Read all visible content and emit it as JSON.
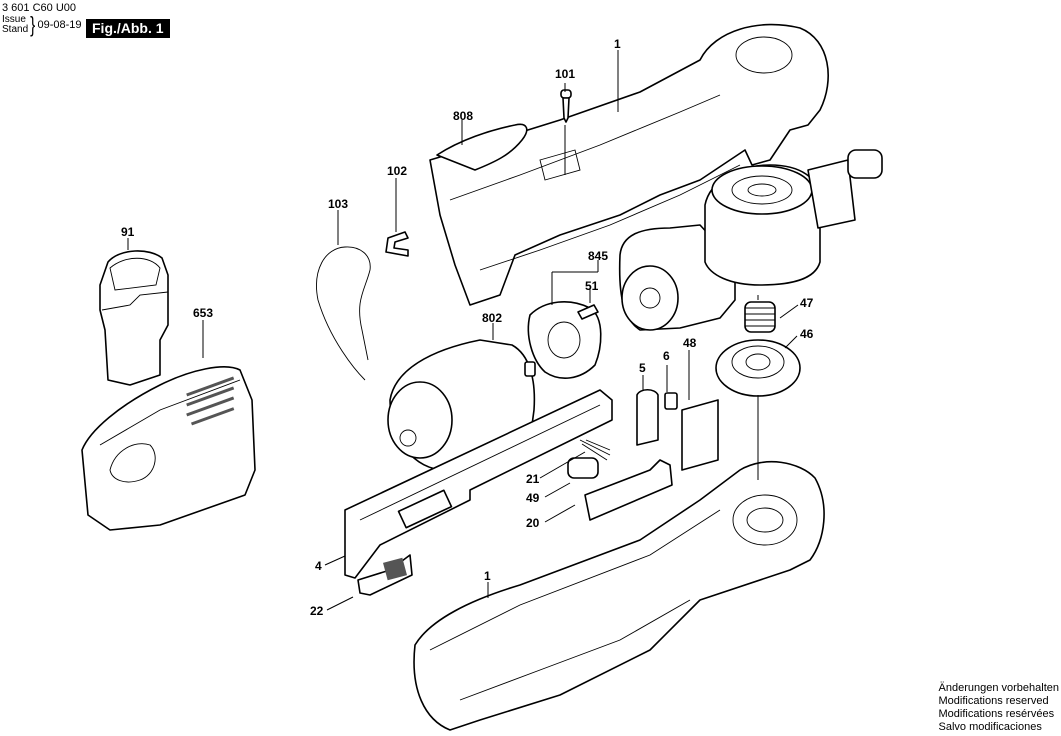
{
  "header": {
    "doc_number": "3 601 C60 U00",
    "issue_label": "Issue",
    "stand_label": "Stand",
    "issue_date": "09-08-19",
    "figure_label": "Fig./Abb. 1"
  },
  "footer": {
    "lines": [
      "Änderungen vorbehalten",
      "Modifications reserved",
      "Modifications resérvées",
      "Salvo modificaciones"
    ]
  },
  "callouts": [
    {
      "id": "1",
      "part": "upper-housing-shell"
    },
    {
      "id": "101",
      "part": "screw"
    },
    {
      "id": "808",
      "part": "label-plate"
    },
    {
      "id": "102",
      "part": "clip"
    },
    {
      "id": "103",
      "part": "belt-hook"
    },
    {
      "id": "91",
      "part": "battery-pack"
    },
    {
      "id": "653",
      "part": "charger"
    },
    {
      "id": "845",
      "part": "gearbox-assembly"
    },
    {
      "id": "51",
      "part": "screw"
    },
    {
      "id": "802",
      "part": "motor"
    },
    {
      "id": "47",
      "part": "spring"
    },
    {
      "id": "46",
      "part": "toothed-ring"
    },
    {
      "id": "48",
      "part": "insulating-plate"
    },
    {
      "id": "5",
      "part": "switch-slider"
    },
    {
      "id": "6",
      "part": "led-holder"
    },
    {
      "id": "21",
      "part": "compression-spring"
    },
    {
      "id": "49",
      "part": "rubber-boot"
    },
    {
      "id": "20",
      "part": "switch-lever"
    },
    {
      "id": "4",
      "part": "electronics-module"
    },
    {
      "id": "22",
      "part": "contact-cover"
    },
    {
      "id": "1b",
      "label": "1",
      "part": "lower-housing-shell"
    }
  ]
}
